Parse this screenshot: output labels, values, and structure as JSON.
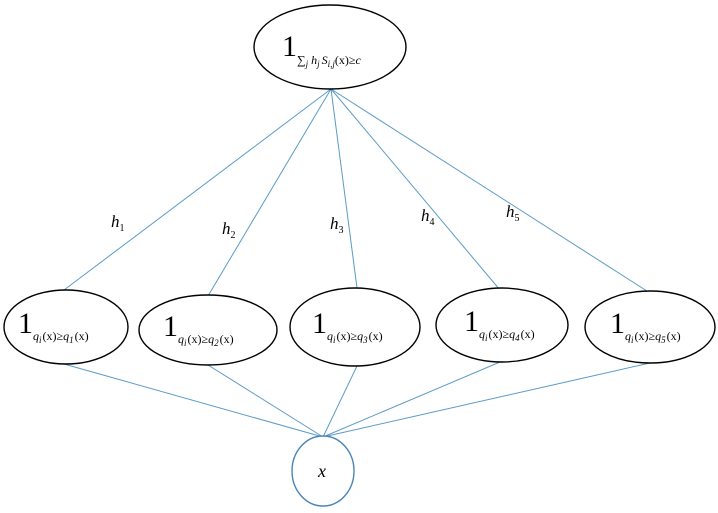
{
  "colors": {
    "edge": "#5b9bc8",
    "node_stroke": "#000000",
    "input_stroke": "#4a86b8",
    "text": "#000000"
  },
  "top_node": {
    "one": "1",
    "sum_symbol": "∑",
    "sum_index": "j",
    "weight": "h",
    "weight_index": "j",
    "score": "S",
    "score_index": "i,j",
    "arg": "(x)",
    "relation": "≥",
    "threshold": "c"
  },
  "weights": [
    {
      "base": "h",
      "index": "1"
    },
    {
      "base": "h",
      "index": "2"
    },
    {
      "base": "h",
      "index": "3"
    },
    {
      "base": "h",
      "index": "4"
    },
    {
      "base": "h",
      "index": "5"
    }
  ],
  "hidden_nodes": [
    {
      "one": "1",
      "lhs": "q",
      "lhs_index": "i",
      "arg": "(x)",
      "relation": "≥",
      "rhs": "q",
      "rhs_index": "1",
      "rhs_arg": "(x)"
    },
    {
      "one": "1",
      "lhs": "q",
      "lhs_index": "i",
      "arg": "(x)",
      "relation": "≥",
      "rhs": "q",
      "rhs_index": "2",
      "rhs_arg": "(x)"
    },
    {
      "one": "1",
      "lhs": "q",
      "lhs_index": "i",
      "arg": "(x)",
      "relation": "≥",
      "rhs": "q",
      "rhs_index": "3",
      "rhs_arg": "(x)"
    },
    {
      "one": "1",
      "lhs": "q",
      "lhs_index": "i",
      "arg": "(x)",
      "relation": "≥",
      "rhs": "q",
      "rhs_index": "4",
      "rhs_arg": "(x)"
    },
    {
      "one": "1",
      "lhs": "q",
      "lhs_index": "i",
      "arg": "(x)",
      "relation": "≥",
      "rhs": "q",
      "rhs_index": "5",
      "rhs_arg": "(x)"
    }
  ],
  "input_node": {
    "label": "x"
  }
}
